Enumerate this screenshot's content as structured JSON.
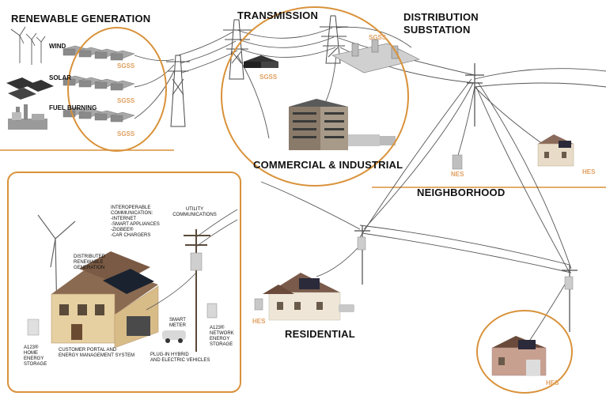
{
  "sections": {
    "renewable_generation": "RENEWABLE GENERATION",
    "transmission": "TRANSMISSION",
    "distribution_substation": "DISTRIBUTION\nSUBSTATION",
    "commercial_industrial": "COMMERCIAL & INDUSTRIAL",
    "neighborhood": "NEIGHBORHOOD",
    "residential": "RESIDENTIAL"
  },
  "generation_sources": [
    "WIND",
    "SOLAR",
    "FUEL BURNING"
  ],
  "tags": {
    "sgss": "SGSS",
    "nes": "NES",
    "hes": "HES"
  },
  "inset": {
    "interoperable": [
      "INTEROPERABLE",
      "COMMUNICATION:",
      "-INTERNET",
      "-SMART APPLIANCES",
      "-ZIGBEE®",
      "-CAR CHARGERS"
    ],
    "utility_comm": [
      "UTILITY",
      "COMMUNICATIONS"
    ],
    "distributed": [
      "DISTRIBUTED",
      "RENEWABLE",
      "GENERATION"
    ],
    "smart_meter": [
      "SMART",
      "METER"
    ],
    "home_storage": [
      "A123®",
      "HOME",
      "ENERGY",
      "STORAGE"
    ],
    "customer_portal": [
      "CUSTOMER PORTAL AND",
      "ENERGY MANAGEMENT SYSTEM"
    ],
    "plug_in": [
      "PLUG-IN HYBRID",
      "AND ELECTRIC VEHICLES"
    ],
    "network_storage": [
      "A123®",
      "NETWORK",
      "ENERGY",
      "STORAGE"
    ]
  },
  "colors": {
    "highlight": "#d9923a",
    "tag": "#e0a060",
    "wire": "#555555",
    "tower": "#4a4a4a"
  }
}
